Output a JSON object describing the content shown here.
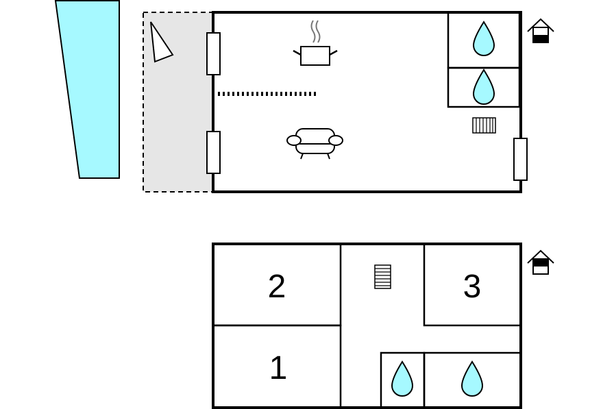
{
  "colors": {
    "pool": "#a6f9ff",
    "terrace": "#e6e6e6",
    "water": "#a6f9ff",
    "wall": "#000000"
  },
  "ground_floor": {
    "icons": [
      "pool-shape",
      "sunshade-icon",
      "window-icon",
      "window-icon",
      "window-icon",
      "cooking-pot-icon",
      "sofa-icon",
      "radiator-icon",
      "shower-icon",
      "toilet-icon",
      "floor-level-icon"
    ]
  },
  "upper_floor": {
    "rooms": [
      {
        "label": "2"
      },
      {
        "label": "3"
      },
      {
        "label": "1"
      }
    ],
    "icons": [
      "stairs-icon",
      "shower-icon",
      "toilet-icon",
      "floor-level-icon"
    ]
  }
}
